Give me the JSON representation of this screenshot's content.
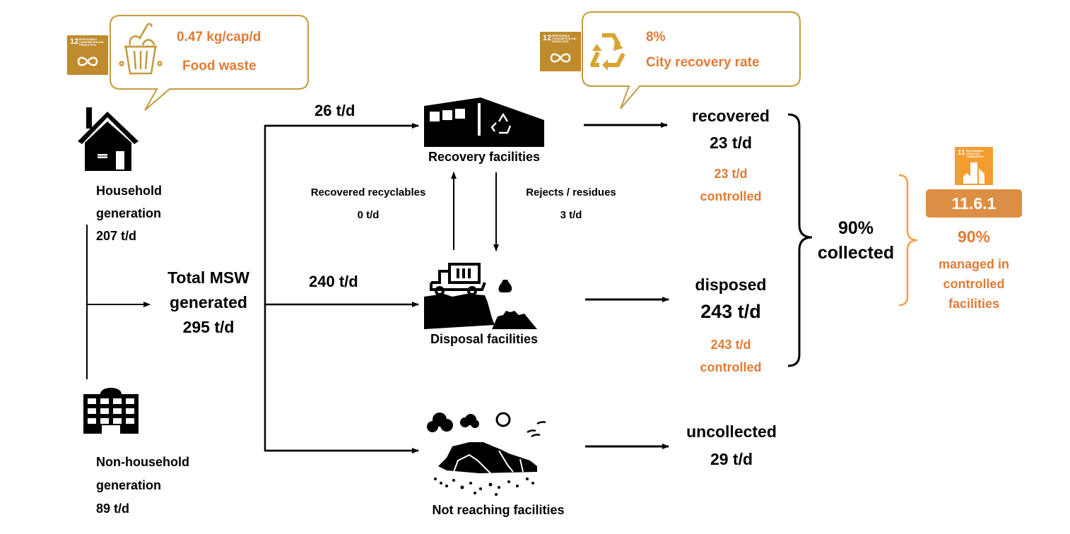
{
  "colors": {
    "callout_border": "#c49a3e",
    "sdg12_gold": "#bf8b2e",
    "sdg11_orange": "#f39d30",
    "highlight_orange": "#e07b35",
    "badge_orange": "#dc8f44",
    "ink": "#000000"
  },
  "callouts": {
    "food_waste": {
      "value": "0.47 kg/cap/d",
      "label": "Food waste",
      "icon": "food-bin-icon",
      "sdg": {
        "number": "12",
        "caption": "RESPONSIBLE CONSUMPTION AND PRODUCTION"
      }
    },
    "recovery_rate": {
      "value": "8%",
      "label": "City recovery rate",
      "icon": "recycle-icon",
      "sdg": {
        "number": "12",
        "caption": "RESPONSIBLE CONSUMPTION AND PRODUCTION"
      }
    }
  },
  "sources": {
    "household": {
      "line1": "Household",
      "line2": "generation",
      "value": "207 t/d",
      "icon": "house-icon"
    },
    "non_household": {
      "line1": "Non-household",
      "line2": "generation",
      "value": "89 t/d",
      "icon": "office-building-icon"
    }
  },
  "total": {
    "line1": "Total MSW",
    "line2": "generated",
    "value": "295 t/d"
  },
  "flows": {
    "to_recovery": "26 t/d",
    "to_disposal": "240 t/d",
    "recovered_recyclables": {
      "label": "Recovered recyclables",
      "value": "0 t/d"
    },
    "rejects_residues": {
      "label": "Rejects / residues",
      "value": "3 t/d"
    }
  },
  "facilities": {
    "recovery": {
      "label": "Recovery facilities",
      "icon": "recovery-facility-icon"
    },
    "disposal": {
      "label": "Disposal facilities",
      "icon": "landfill-truck-icon"
    },
    "not_reaching": {
      "label": "Not reaching facilities",
      "icon": "open-dump-icon"
    }
  },
  "outcomes": {
    "recovered": {
      "label": "recovered",
      "value": "23 t/d",
      "controlled_value": "23 t/d",
      "controlled_label": "controlled"
    },
    "disposed": {
      "label": "disposed",
      "value": "243 t/d",
      "controlled_value": "243 t/d",
      "controlled_label": "controlled"
    },
    "uncollected": {
      "label": "uncollected",
      "value": "29 t/d"
    }
  },
  "collected": {
    "percent": "90%",
    "label": "collected"
  },
  "sdg11": {
    "number": "11",
    "caption": "SUSTAINABLE CITIES AND COMMUNITIES",
    "indicator": "11.6.1",
    "percent": "90%",
    "line1": "managed in",
    "line2": "controlled",
    "line3": "facilities"
  }
}
